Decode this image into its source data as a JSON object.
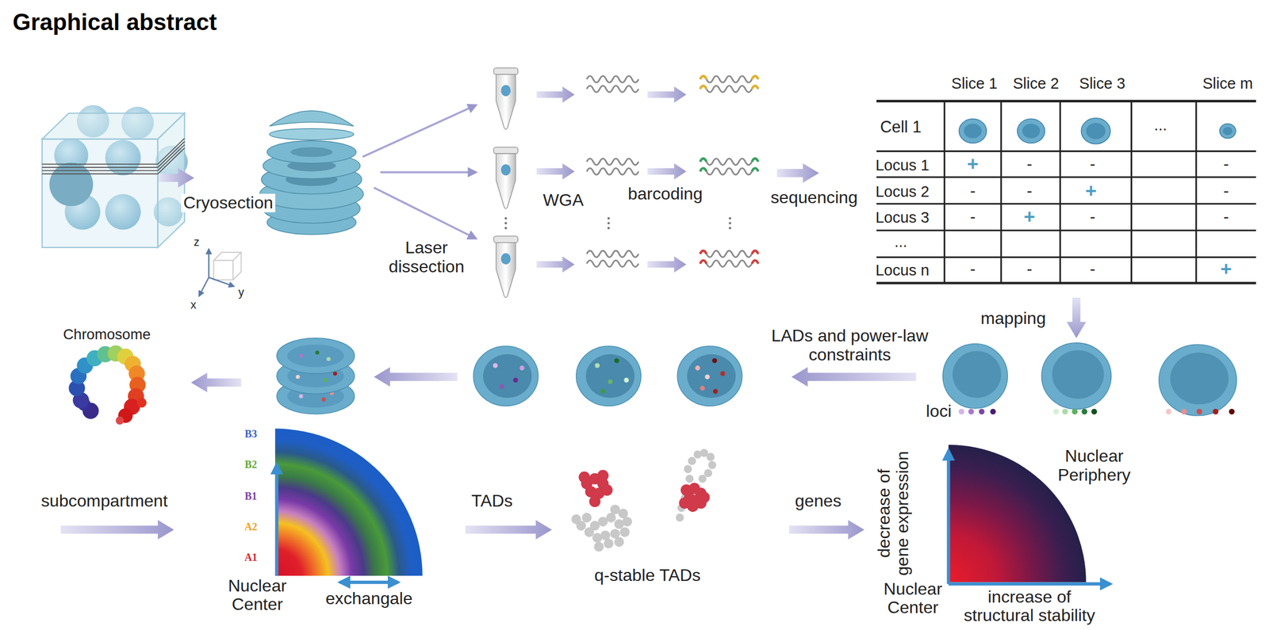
{
  "diagram": {
    "title": "Graphical abstract",
    "labels": [
      "Slice 1",
      "Slice 2",
      "Slice 3",
      "Slice m",
      "Cell 1",
      "...",
      "Cryosection",
      "WGA",
      "barcoding",
      "sequencing",
      "Locus 1",
      "+",
      "-",
      "-",
      "-",
      "Locus 2",
      "-",
      "-",
      "+",
      "-",
      "Locus 3",
      "-",
      "+",
      "-",
      "-",
      "...",
      "Locus n",
      "-",
      "-",
      "-",
      "+",
      "z",
      "y",
      "x",
      "Laser dissection",
      "mapping",
      "Chromosome",
      "LADs and power-law constraints",
      "loci",
      "B3",
      "B2",
      "B1",
      "A2",
      "A1",
      "subcompartment",
      "TADs",
      "genes",
      "decrease of gene expression",
      "Nuclear Periphery",
      "q-stable TADs",
      "Nuclear Center",
      "exchangale",
      "Nuclear Center",
      "increase of structural stability"
    ]
  }
}
